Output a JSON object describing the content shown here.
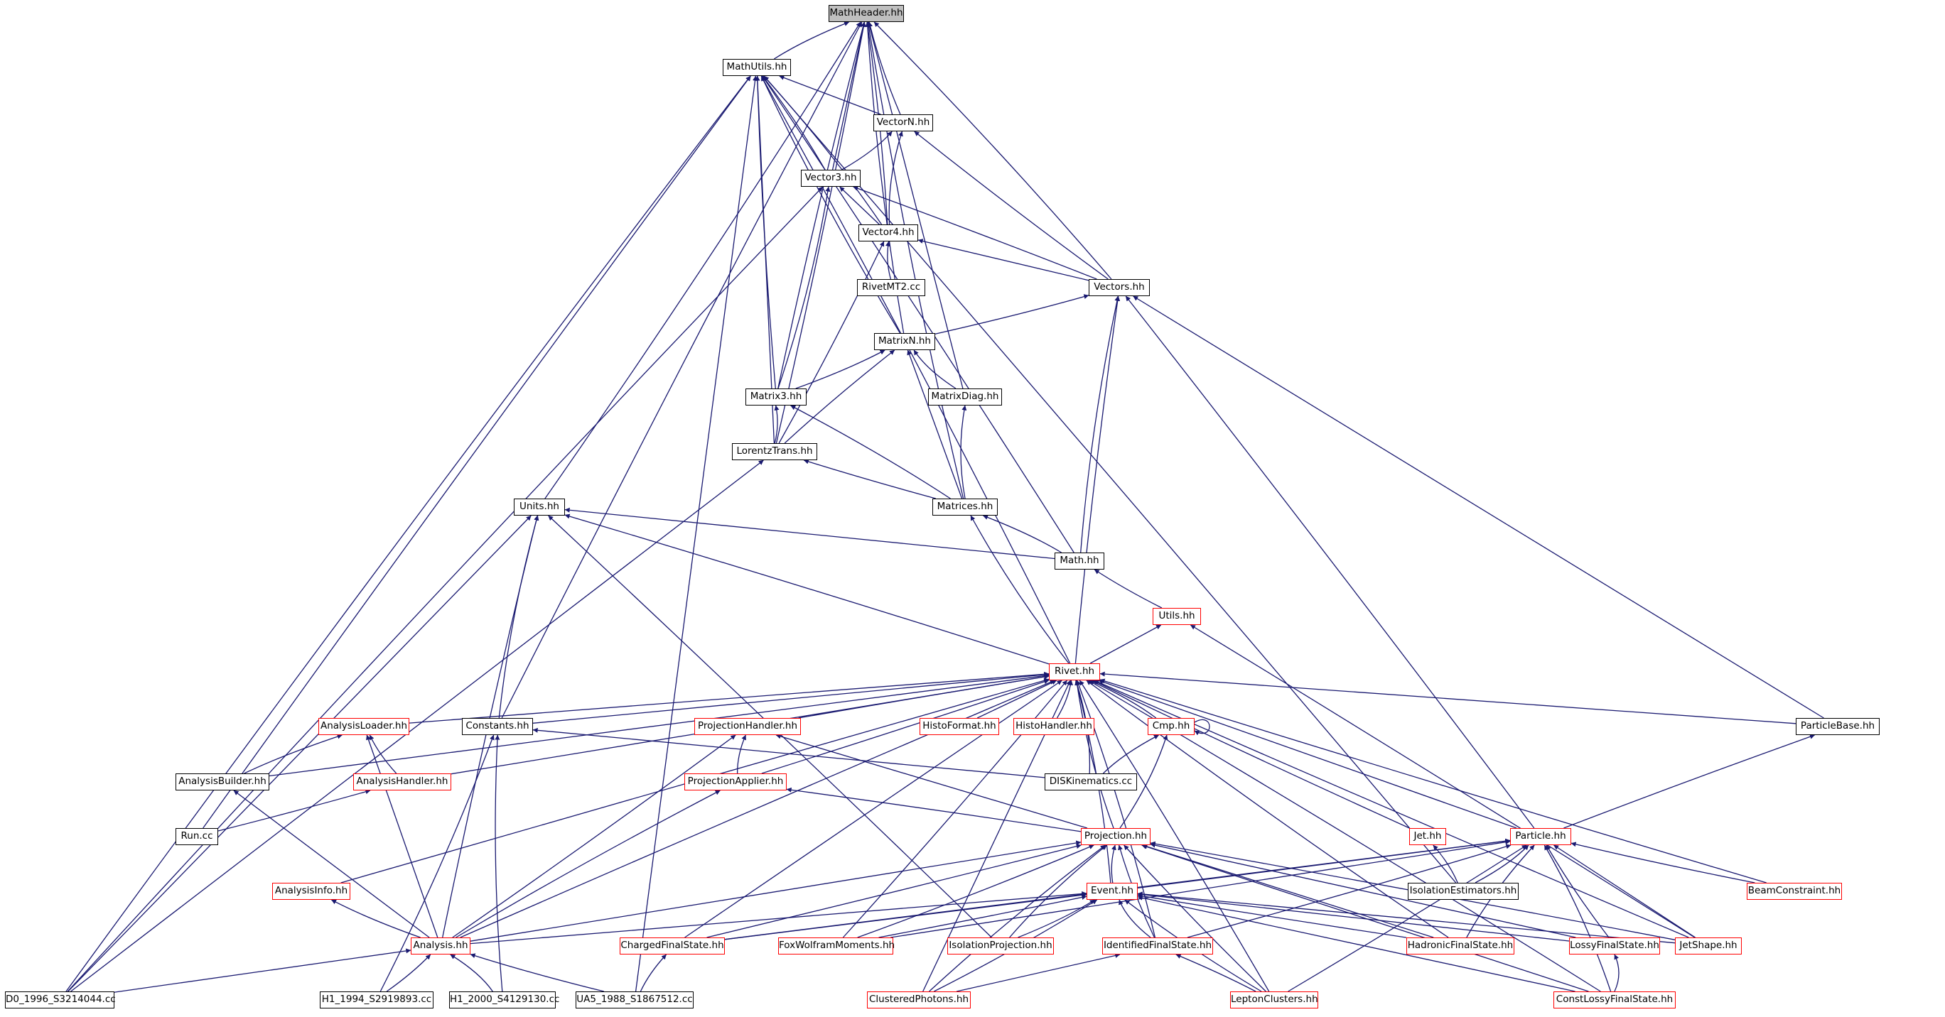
{
  "diagram": {
    "type": "include-dependency-graph",
    "colors": {
      "edge": "#191970",
      "documented_border": "#000000",
      "truncated_border": "#ff0000",
      "root_fill": "#bfbfbf"
    },
    "root": "MathHeader.hh",
    "nodes": {
      "mathheader": {
        "label": "MathHeader.hh",
        "truncated": false
      },
      "mathutils": {
        "label": "MathUtils.hh",
        "truncated": false
      },
      "vectorn": {
        "label": "VectorN.hh",
        "truncated": false
      },
      "vector3": {
        "label": "Vector3.hh",
        "truncated": false
      },
      "vector4": {
        "label": "Vector4.hh",
        "truncated": false
      },
      "rivetmt2": {
        "label": "RivetMT2.cc",
        "truncated": false
      },
      "vectors": {
        "label": "Vectors.hh",
        "truncated": false
      },
      "matrixn": {
        "label": "MatrixN.hh",
        "truncated": false
      },
      "matrix3": {
        "label": "Matrix3.hh",
        "truncated": false
      },
      "matrixdiag": {
        "label": "MatrixDiag.hh",
        "truncated": false
      },
      "lorentztrans": {
        "label": "LorentzTrans.hh",
        "truncated": false
      },
      "units": {
        "label": "Units.hh",
        "truncated": false
      },
      "matrices": {
        "label": "Matrices.hh",
        "truncated": false
      },
      "math": {
        "label": "Math.hh",
        "truncated": false
      },
      "utils": {
        "label": "Utils.hh",
        "truncated": true
      },
      "rivet": {
        "label": "Rivet.hh",
        "truncated": true
      },
      "analysisloader": {
        "label": "AnalysisLoader.hh",
        "truncated": true
      },
      "constants": {
        "label": "Constants.hh",
        "truncated": false
      },
      "projectionhandler": {
        "label": "ProjectionHandler.hh",
        "truncated": true
      },
      "histoformat": {
        "label": "HistoFormat.hh",
        "truncated": true
      },
      "histohandler": {
        "label": "HistoHandler.hh",
        "truncated": true
      },
      "cmp": {
        "label": "Cmp.hh",
        "truncated": true
      },
      "particlebase": {
        "label": "ParticleBase.hh",
        "truncated": false
      },
      "analysisbuilder": {
        "label": "AnalysisBuilder.hh",
        "truncated": false
      },
      "analysishandler": {
        "label": "AnalysisHandler.hh",
        "truncated": true
      },
      "projectionapplier": {
        "label": "ProjectionApplier.hh",
        "truncated": true
      },
      "diskinematics": {
        "label": "DISKinematics.cc",
        "truncated": false
      },
      "runcc": {
        "label": "Run.cc",
        "truncated": false
      },
      "projection": {
        "label": "Projection.hh",
        "truncated": true
      },
      "jet": {
        "label": "Jet.hh",
        "truncated": true
      },
      "particle": {
        "label": "Particle.hh",
        "truncated": true
      },
      "analysisinfo": {
        "label": "AnalysisInfo.hh",
        "truncated": true
      },
      "event": {
        "label": "Event.hh",
        "truncated": true
      },
      "isolationestimators": {
        "label": "IsolationEstimators.hh",
        "truncated": false
      },
      "beamconstraint": {
        "label": "BeamConstraint.hh",
        "truncated": true
      },
      "analysis": {
        "label": "Analysis.hh",
        "truncated": true
      },
      "chargedfinalstate": {
        "label": "ChargedFinalState.hh",
        "truncated": true
      },
      "foxwolfram": {
        "label": "FoxWolframMoments.hh",
        "truncated": true
      },
      "isolationprojection": {
        "label": "IsolationProjection.hh",
        "truncated": true
      },
      "identifiedfinalstate": {
        "label": "IdentifiedFinalState.hh",
        "truncated": true
      },
      "hadronicfinalstate": {
        "label": "HadronicFinalState.hh",
        "truncated": true
      },
      "lossyfinalstate": {
        "label": "LossyFinalState.hh",
        "truncated": true
      },
      "jetshape": {
        "label": "JetShape.hh",
        "truncated": true
      },
      "d0": {
        "label": "D0_1996_S3214044.cc",
        "truncated": false
      },
      "h1_1994": {
        "label": "H1_1994_S2919893.cc",
        "truncated": false
      },
      "h1_2000": {
        "label": "H1_2000_S4129130.cc",
        "truncated": false
      },
      "ua5": {
        "label": "UA5_1988_S1867512.cc",
        "truncated": false
      },
      "clusteredphotons": {
        "label": "ClusteredPhotons.hh",
        "truncated": true
      },
      "leptonclusters": {
        "label": "LeptonClusters.hh",
        "truncated": true
      },
      "constlossy": {
        "label": "ConstLossyFinalState.hh",
        "truncated": true
      }
    },
    "edges": [
      [
        "mathutils",
        "mathheader"
      ],
      [
        "vectorn",
        "mathheader"
      ],
      [
        "vector3",
        "mathheader"
      ],
      [
        "vector4",
        "mathheader"
      ],
      [
        "vectors",
        "mathheader"
      ],
      [
        "matrixn",
        "mathheader"
      ],
      [
        "matrix3",
        "mathheader"
      ],
      [
        "matrixdiag",
        "mathheader"
      ],
      [
        "lorentztrans",
        "mathheader"
      ],
      [
        "units",
        "mathheader"
      ],
      [
        "matrices",
        "mathheader"
      ],
      [
        "constants",
        "mathheader"
      ],
      [
        "vectorn",
        "mathutils"
      ],
      [
        "vector3",
        "mathutils"
      ],
      [
        "vector4",
        "mathutils"
      ],
      [
        "matrixn",
        "mathutils"
      ],
      [
        "matrix3",
        "mathutils"
      ],
      [
        "lorentztrans",
        "mathutils"
      ],
      [
        "math",
        "mathutils"
      ],
      [
        "rivet",
        "mathutils"
      ],
      [
        "d0",
        "mathutils"
      ],
      [
        "runcc",
        "mathutils"
      ],
      [
        "ua5",
        "mathutils"
      ],
      [
        "isolationestimators",
        "mathutils"
      ],
      [
        "vector3",
        "vectorn"
      ],
      [
        "vector4",
        "vectorn"
      ],
      [
        "vectors",
        "vectorn"
      ],
      [
        "vector4",
        "vector3"
      ],
      [
        "vectors",
        "vector3"
      ],
      [
        "matrix3",
        "vector3"
      ],
      [
        "s3214",
        "vector3"
      ],
      [
        "rivetmt2",
        "vector4"
      ],
      [
        "vectors",
        "vector4"
      ],
      [
        "lorentztrans",
        "vector4"
      ],
      [
        "matrixn",
        "vectors"
      ],
      [
        "math",
        "vectors"
      ],
      [
        "rivet",
        "vectors"
      ],
      [
        "particlebase",
        "vectors"
      ],
      [
        "particle",
        "vectors"
      ],
      [
        "matrix3",
        "matrixn"
      ],
      [
        "matrixdiag",
        "matrixn"
      ],
      [
        "lorentztrans",
        "matrixn"
      ],
      [
        "matrices",
        "matrixn"
      ],
      [
        "lorentztrans",
        "matrix3"
      ],
      [
        "matrices",
        "matrix3"
      ],
      [
        "matrices",
        "matrixdiag"
      ],
      [
        "matrices",
        "lorentztrans"
      ],
      [
        "s3214",
        "lorentztrans"
      ],
      [
        "math",
        "units"
      ],
      [
        "rivet",
        "units"
      ],
      [
        "constants",
        "units"
      ],
      [
        "analysis",
        "units"
      ],
      [
        "s3214",
        "units"
      ],
      [
        "isolationprojection",
        "units"
      ],
      [
        "math",
        "matrices"
      ],
      [
        "rivet",
        "matrices"
      ],
      [
        "utils",
        "math"
      ],
      [
        "rivet",
        "utils"
      ],
      [
        "jetshape",
        "utils"
      ],
      [
        "analysisloader",
        "rivet"
      ],
      [
        "constants",
        "rivet"
      ],
      [
        "projectionhandler",
        "rivet"
      ],
      [
        "histoformat",
        "rivet"
      ],
      [
        "histohandler",
        "rivet"
      ],
      [
        "cmp",
        "rivet"
      ],
      [
        "particlebase",
        "rivet"
      ],
      [
        "analysisbuilder",
        "rivet"
      ],
      [
        "analysishandler",
        "rivet"
      ],
      [
        "projectionapplier",
        "rivet"
      ],
      [
        "diskinematics",
        "rivet"
      ],
      [
        "projection",
        "rivet"
      ],
      [
        "jet",
        "rivet"
      ],
      [
        "particle",
        "rivet"
      ],
      [
        "analysisinfo",
        "rivet"
      ],
      [
        "event",
        "rivet"
      ],
      [
        "beamconstraint",
        "rivet"
      ],
      [
        "analysis",
        "rivet"
      ],
      [
        "chargedfinalstate",
        "rivet"
      ],
      [
        "foxwolfram",
        "rivet"
      ],
      [
        "identifiedfinalstate",
        "rivet"
      ],
      [
        "hadronicfinalstate",
        "rivet"
      ],
      [
        "jetshape",
        "rivet"
      ],
      [
        "clusteredphotons",
        "rivet"
      ],
      [
        "leptonclusters",
        "rivet"
      ],
      [
        "constlossy",
        "rivet"
      ],
      [
        "analysisbuilder",
        "analysisloader"
      ],
      [
        "analysishandler",
        "analysisloader"
      ],
      [
        "analysis",
        "analysisloader"
      ],
      [
        "diskinematics",
        "constants"
      ],
      [
        "h1_1994",
        "constants"
      ],
      [
        "h1_2000",
        "constants"
      ],
      [
        "projectionapplier",
        "projectionhandler"
      ],
      [
        "projection",
        "projectionhandler"
      ],
      [
        "analysis",
        "projectionhandler"
      ],
      [
        "projection",
        "cmp"
      ],
      [
        "diskinematics",
        "cmp"
      ],
      [
        "particle",
        "particlebase"
      ],
      [
        "analysis",
        "analysisbuilder"
      ],
      [
        "runcc",
        "analysishandler"
      ],
      [
        "projection",
        "projectionapplier"
      ],
      [
        "analysis",
        "projectionapplier"
      ],
      [
        "event",
        "projection"
      ],
      [
        "analysis",
        "projection"
      ],
      [
        "chargedfinalstate",
        "projection"
      ],
      [
        "foxwolfram",
        "projection"
      ],
      [
        "isolationprojection",
        "projection"
      ],
      [
        "identifiedfinalstate",
        "projection"
      ],
      [
        "hadronicfinalstate",
        "projection"
      ],
      [
        "lossyfinalstate",
        "projection"
      ],
      [
        "jetshape",
        "projection"
      ],
      [
        "clusteredphotons",
        "projection"
      ],
      [
        "leptonclusters",
        "projection"
      ],
      [
        "constlossy",
        "projection"
      ],
      [
        "isolationestimators",
        "jet"
      ],
      [
        "isolationestimators",
        "particle"
      ],
      [
        "beamconstraint",
        "particle"
      ],
      [
        "event",
        "particle"
      ],
      [
        "chargedfinalstate",
        "particle"
      ],
      [
        "foxwolfram",
        "particle"
      ],
      [
        "identifiedfinalstate",
        "particle"
      ],
      [
        "hadronicfinalstate",
        "particle"
      ],
      [
        "lossyfinalstate",
        "particle"
      ],
      [
        "jetshape",
        "particle"
      ],
      [
        "leptonclusters",
        "particle"
      ],
      [
        "constlossy",
        "particle"
      ],
      [
        "analysis",
        "analysisinfo"
      ],
      [
        "analysis",
        "event"
      ],
      [
        "chargedfinalstate",
        "event"
      ],
      [
        "foxwolfram",
        "event"
      ],
      [
        "isolationprojection",
        "event"
      ],
      [
        "identifiedfinalstate",
        "event"
      ],
      [
        "hadronicfinalstate",
        "event"
      ],
      [
        "lossyfinalstate",
        "event"
      ],
      [
        "jetshape",
        "event"
      ],
      [
        "clusteredphotons",
        "event"
      ],
      [
        "leptonclusters",
        "event"
      ],
      [
        "constlossy",
        "event"
      ],
      [
        "d0",
        "analysis"
      ],
      [
        "h1_1994",
        "analysis"
      ],
      [
        "h1_2000",
        "analysis"
      ],
      [
        "ua5",
        "analysis"
      ],
      [
        "ua5",
        "chargedfinalstate"
      ],
      [
        "clusteredphotons",
        "identifiedfinalstate"
      ],
      [
        "leptonclusters",
        "identifiedfinalstate"
      ],
      [
        "constlossy",
        "lossyfinalstate"
      ]
    ]
  }
}
